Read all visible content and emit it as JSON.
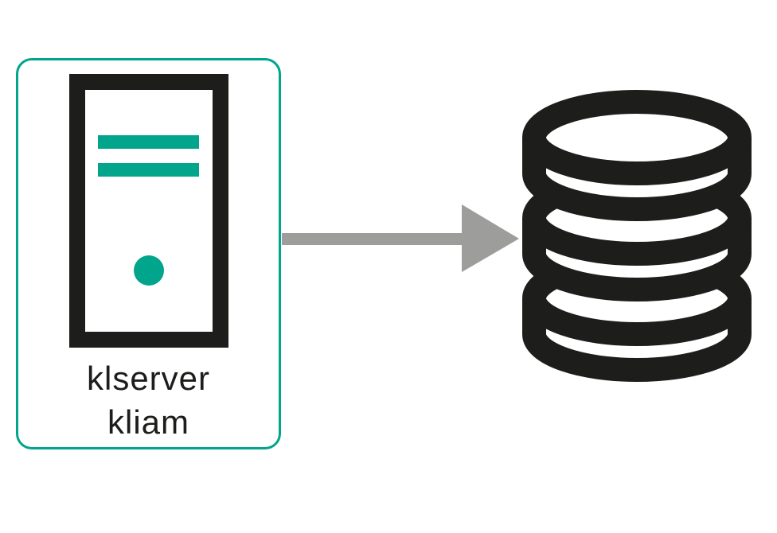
{
  "diagram": {
    "background": "#FFFFFF",
    "colors": {
      "accent_teal": "#00A58C",
      "icon_ink": "#1D1D1B",
      "arrow_gray": "#9D9D9C"
    },
    "nodes": {
      "server": {
        "icon": "server-tower-icon",
        "box_border_color": "#00A58C",
        "label_line1": "klserver",
        "label_line2": "kliam"
      },
      "database": {
        "icon": "database-icon",
        "disk_count": 3
      }
    },
    "connector": {
      "shape": "arrow-right",
      "color": "#9D9D9C"
    }
  }
}
